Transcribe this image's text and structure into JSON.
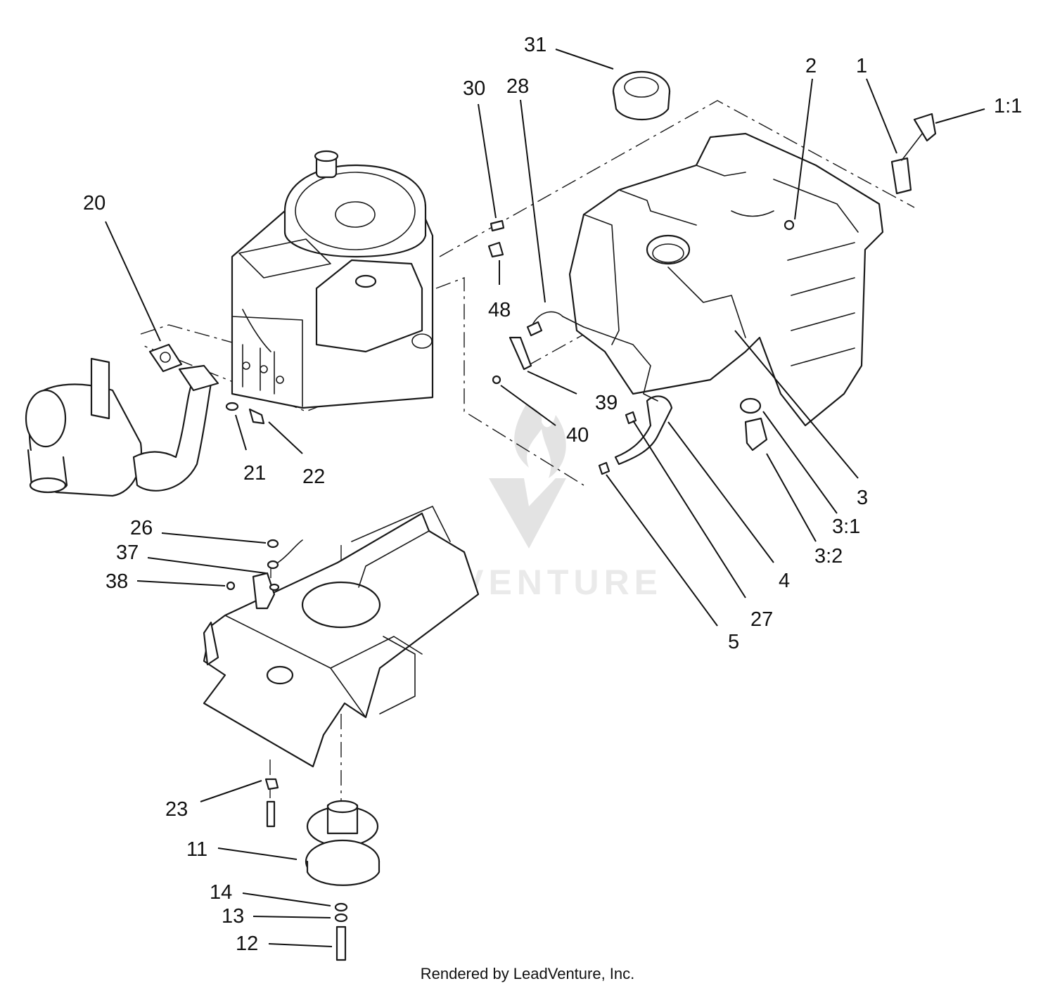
{
  "watermark": {
    "text": "LEADVENTURE"
  },
  "credit": "Rendered by LeadVenture, Inc.",
  "callouts": [
    {
      "id": "c31",
      "label": "31"
    },
    {
      "id": "c2",
      "label": "2"
    },
    {
      "id": "c1",
      "label": "1"
    },
    {
      "id": "c1-1",
      "label": "1:1"
    },
    {
      "id": "c30",
      "label": "30"
    },
    {
      "id": "c28",
      "label": "28"
    },
    {
      "id": "c20",
      "label": "20"
    },
    {
      "id": "c48",
      "label": "48"
    },
    {
      "id": "c39",
      "label": "39"
    },
    {
      "id": "c40",
      "label": "40"
    },
    {
      "id": "c21",
      "label": "21"
    },
    {
      "id": "c22",
      "label": "22"
    },
    {
      "id": "c3",
      "label": "3"
    },
    {
      "id": "c3-1",
      "label": "3:1"
    },
    {
      "id": "c3-2",
      "label": "3:2"
    },
    {
      "id": "c4",
      "label": "4"
    },
    {
      "id": "c27",
      "label": "27"
    },
    {
      "id": "c5",
      "label": "5"
    },
    {
      "id": "c26",
      "label": "26"
    },
    {
      "id": "c37",
      "label": "37"
    },
    {
      "id": "c38",
      "label": "38"
    },
    {
      "id": "c23",
      "label": "23"
    },
    {
      "id": "c11",
      "label": "11"
    },
    {
      "id": "c14",
      "label": "14"
    },
    {
      "id": "c13",
      "label": "13"
    },
    {
      "id": "c12",
      "label": "12"
    }
  ]
}
